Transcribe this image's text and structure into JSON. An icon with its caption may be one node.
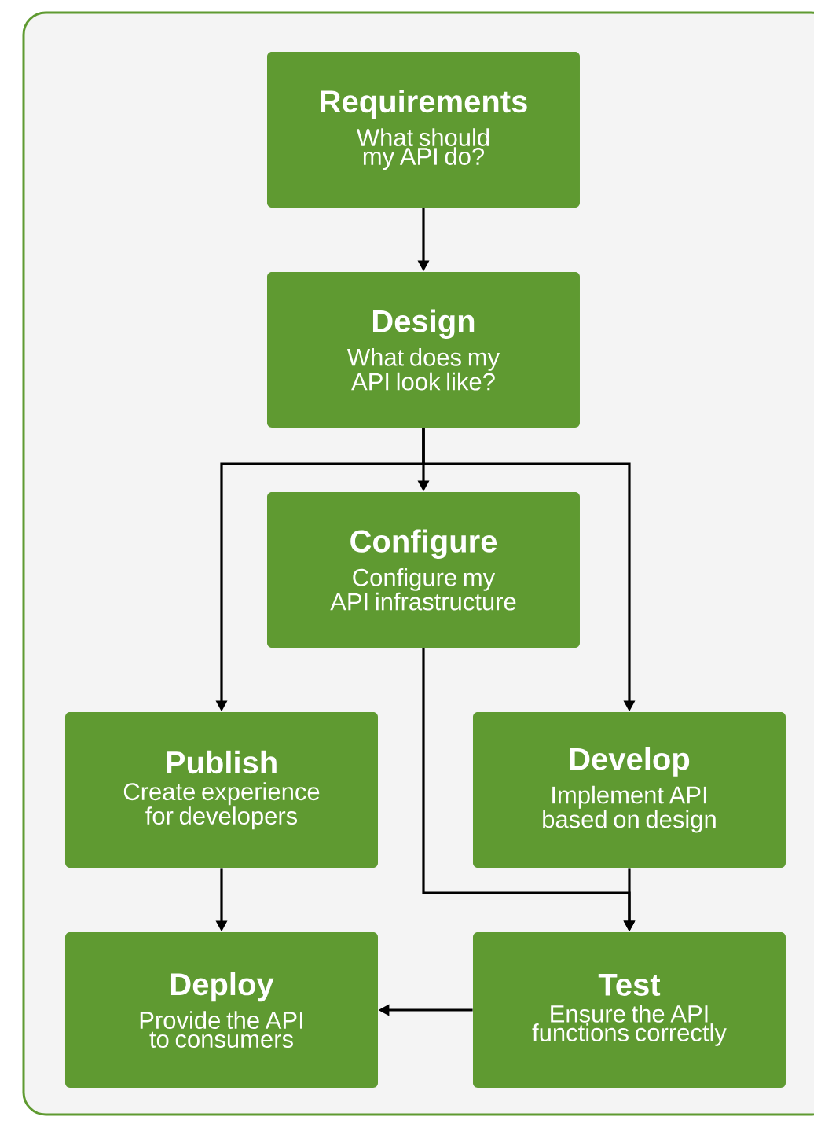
{
  "diagram": {
    "nodes": [
      {
        "text": [
          "Requirements",
          "What should my API do?"
        ]
      },
      {
        "text": [
          "Design",
          "What does my API look like?"
        ]
      },
      {
        "text": [
          "Configure",
          "Configure my API infrastructure"
        ]
      },
      {
        "text": [
          "Publish",
          "Create experience for developers"
        ]
      },
      {
        "text": [
          "Develop",
          "Implement API based on design"
        ]
      },
      {
        "text": [
          "Deploy",
          "Provide the API to consumers"
        ]
      },
      {
        "text": [
          "Test",
          "Ensure the API functions correctly"
        ]
      }
    ],
    "edges": [
      {
        "from": 0,
        "to": 1,
        "arrow": "to"
      },
      {
        "from": 1,
        "to": 2,
        "arrow": "to"
      },
      {
        "from": 1,
        "to": 3,
        "arrow": "to"
      },
      {
        "from": 1,
        "to": 4,
        "arrow": "to"
      },
      {
        "from": 3,
        "to": 5,
        "arrow": "to"
      },
      {
        "from": 2,
        "to": 6,
        "arrow": "to"
      },
      {
        "from": 4,
        "to": 6,
        "arrow": "to"
      },
      {
        "from": 6,
        "to": 5,
        "arrow": "to"
      }
    ]
  }
}
